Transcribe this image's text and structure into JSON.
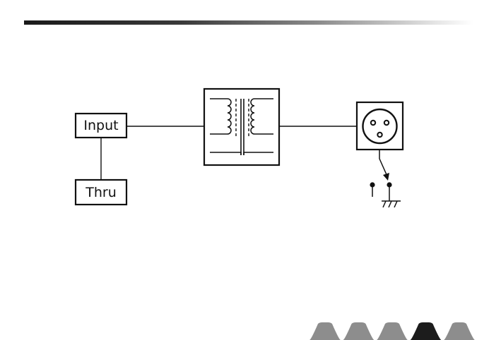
{
  "diagram": {
    "input_label": "Input",
    "thru_label": "Thru"
  },
  "nav": {
    "tabs": [
      "",
      "",
      "",
      "",
      ""
    ],
    "active_index": 3
  }
}
